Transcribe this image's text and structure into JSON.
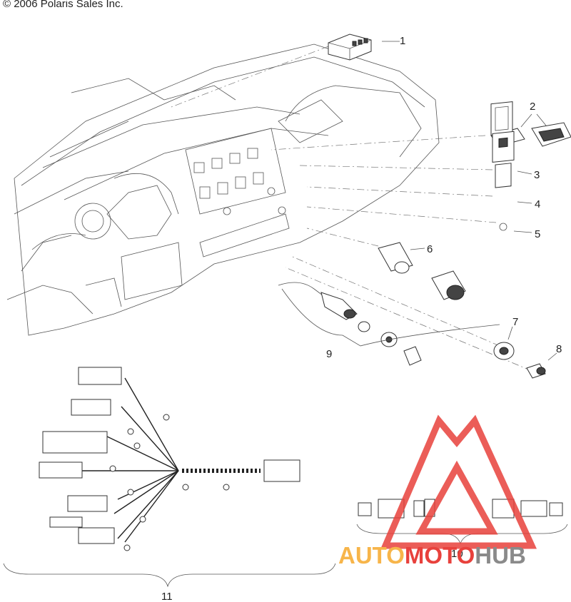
{
  "copyright": "© 2006 Polaris Sales Inc.",
  "callouts": {
    "c1": "1",
    "c2": "2",
    "c3": "3",
    "c4": "4",
    "c5": "5",
    "c6": "6",
    "c7": "7",
    "c8": "8",
    "c9": "9",
    "c10": "10",
    "c11": "11"
  },
  "watermark": {
    "part1": "AUTO",
    "part2": "MOTO",
    "part3": "HUB",
    "color_auto": "#f7b54a",
    "color_moto": "#e8413c",
    "color_hub": "#8a8a8a",
    "triangle_color": "#e8413c"
  }
}
